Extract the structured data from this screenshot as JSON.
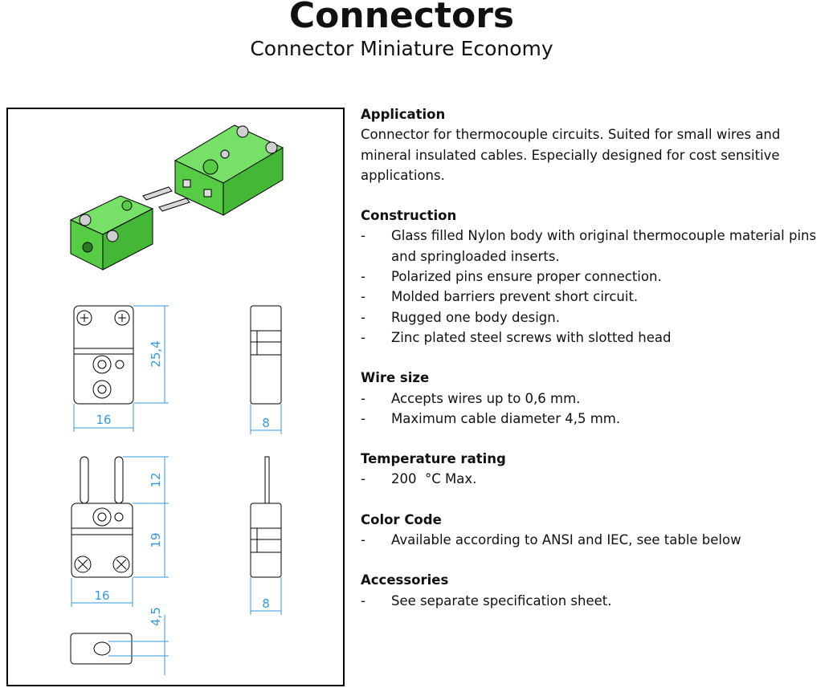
{
  "header": {
    "title": "Connectors",
    "subtitle": "Connector Miniature Economy"
  },
  "drawing": {
    "dims": {
      "top_height": "25,4",
      "top_width": "16",
      "side_width_top": "8",
      "pin_length": "12",
      "body_height": "19",
      "bottom_width": "16",
      "side_width_bottom": "8",
      "thickness": "4,5"
    },
    "colors": {
      "body": "#66dd55",
      "body_dark": "#3fa83a",
      "pin": "#cfcfcf",
      "line": "#000000",
      "dim": "#3399dd"
    }
  },
  "sections": [
    {
      "heading": "Application",
      "paragraph": "Connector for thermocouple circuits. Suited for small wires and mineral insulated cables. Especially designed for cost sensitive applications."
    },
    {
      "heading": "Construction",
      "dash": "-",
      "items": [
        "Glass filled Nylon body with original thermocouple material pins and springloaded inserts.",
        "Polarized pins ensure proper connection.",
        "Molded barriers prevent short circuit.",
        "Rugged one body design.",
        "Zinc plated steel screws with slotted head"
      ]
    },
    {
      "heading": "Wire size",
      "dash": "-",
      "items": [
        "Accepts wires up to 0,6 mm.",
        "Maximum cable diameter 4,5 mm."
      ]
    },
    {
      "heading": "Temperature rating",
      "dash": "-",
      "items": [
        "200  °C Max."
      ]
    },
    {
      "heading": "Color Code",
      "dash": "-",
      "items": [
        "Available according to ANSI and IEC, see table below"
      ]
    },
    {
      "heading": "Accessories",
      "dash": "-",
      "items": [
        "See separate specification sheet."
      ]
    }
  ]
}
